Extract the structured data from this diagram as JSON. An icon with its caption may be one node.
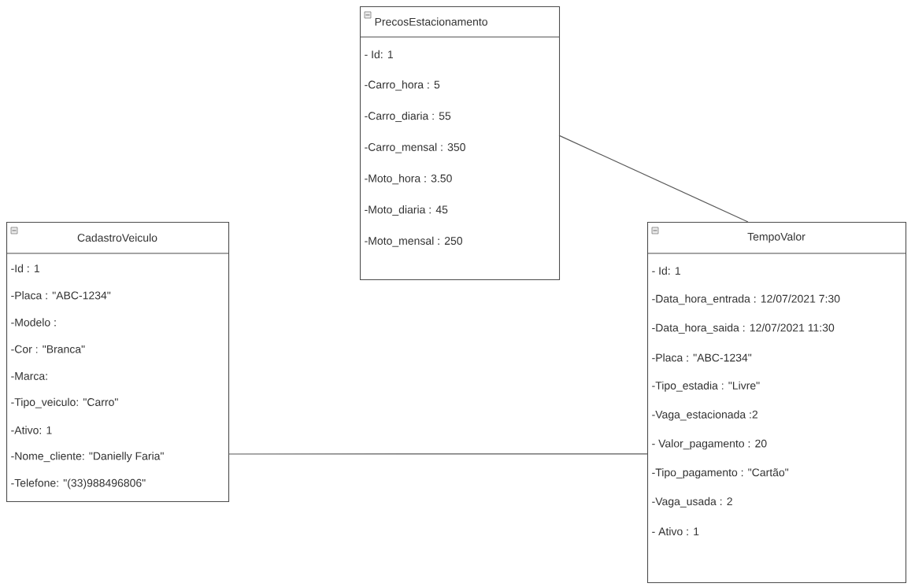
{
  "diagram": {
    "nodes": [
      {
        "text": [
          "PrecosEstacionamento",
          "- Id: 1",
          "-Carro_hora : 5",
          "-Carro_diaria : 55",
          "-Carro_mensal : 350",
          "-Moto_hora : 3.50",
          "-Moto_diaria : 45",
          "-Moto_mensal : 250"
        ]
      },
      {
        "text": [
          "CadastroVeiculo",
          "-Id : 1",
          "-Placa : \"ABC-1234\"",
          "-Modelo :",
          "-Cor : \"Branca\"",
          "-Marca:",
          "-Tipo_veiculo: \"Carro\"",
          "-Ativo: 1",
          "-Nome_cliente: \"Danielly Faria\"",
          "-Telefone: \"(33)988496806\""
        ]
      },
      {
        "text": [
          "TempoValor",
          "- Id: 1",
          "-Data_hora_entrada : 12/07/2021 7:30",
          "-Data_hora_saida : 12/07/2021 11:30",
          "-Placa : \"ABC-1234\"",
          "-Tipo_estadia : \"Livre\"",
          "-Vaga_estacionada :2",
          "- Valor_pagamento : 20",
          "-Tipo_pagamento : \"Cartão\"",
          "-Vaga_usada : 2",
          "- Ativo : 1"
        ]
      }
    ],
    "edges": [
      {
        "from": 0,
        "to": 2,
        "arrow": "none"
      },
      {
        "from": 1,
        "to": 2,
        "arrow": "none"
      }
    ]
  }
}
